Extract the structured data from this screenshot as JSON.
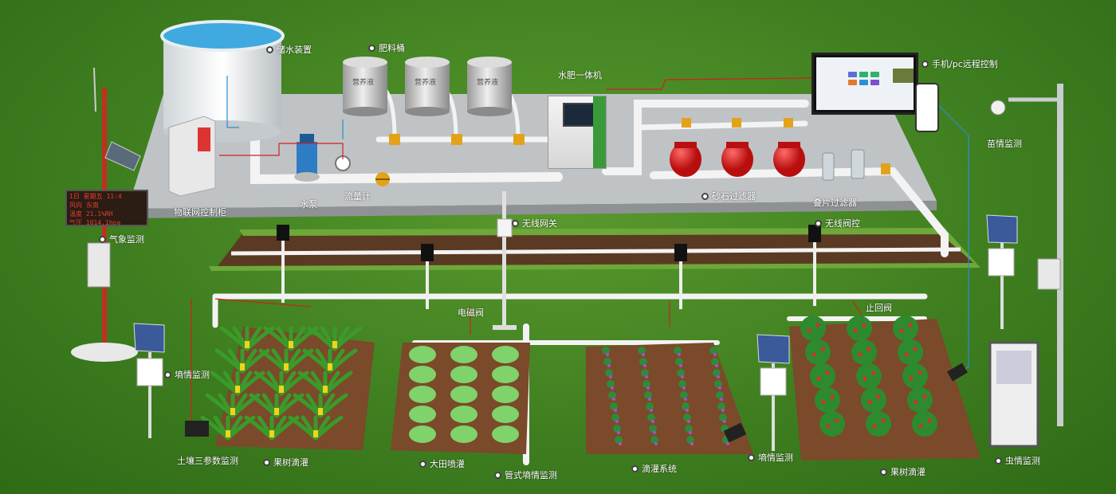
{
  "labels": {
    "water_storage": "储水装置",
    "fertilizer_tank": "肥料桶",
    "integrated_machine": "水肥一体机",
    "remote_control": "手机/pc远程控制",
    "seedling_monitor": "苗情监测",
    "weather_monitor": "气象监测",
    "iot_cabinet": "物联网控制柜",
    "pump": "水泵",
    "flowmeter": "流量计",
    "sand_filter": "砂石过滤器",
    "disc_filter": "叠片过滤器",
    "wireless_gateway": "无线网关",
    "wireless_valve": "无线阀控",
    "solenoid_valve": "电磁阀",
    "check_valve": "止回阀",
    "moisture_monitor_left": "墒情监测",
    "soil_param_monitor": "土壤三参数监测",
    "orchard_drip_left": "果树滴灌",
    "field_sprinkler": "大田喷灌",
    "tube_moisture_monitor": "管式墒情监测",
    "drip_system": "滴灌系统",
    "moisture_monitor_right": "墒情监测",
    "orchard_drip_right": "果树滴灌",
    "pest_monitor": "虫情监测"
  },
  "tank_text": "营养液",
  "weather_display": {
    "line1": "1日 星期五 11:4",
    "line2": "风向   东南",
    "line3": "温度    21.1%RH",
    "line4": "气压  1014.1hpa"
  },
  "colors": {
    "grass": "#3f7f20",
    "platform": "#bfc3c6",
    "pipe": "#f3f3f3",
    "sensor_wire": "#d02020",
    "signal_wire": "#2a8fd0",
    "sand_filter": "#e01818",
    "trench": "#5a3a22",
    "soil": "#7a4a2a",
    "banana": "#3a9a2a",
    "cabbage": "#7fd36a",
    "orchard_tree": "#2e8a2e",
    "fruit_yellow": "#f4d21a",
    "fruit_red": "#e02a2a"
  },
  "icons": [
    "sensor-icon",
    "solar-panel-icon",
    "camera-icon",
    "valve-icon",
    "gateway-icon"
  ]
}
